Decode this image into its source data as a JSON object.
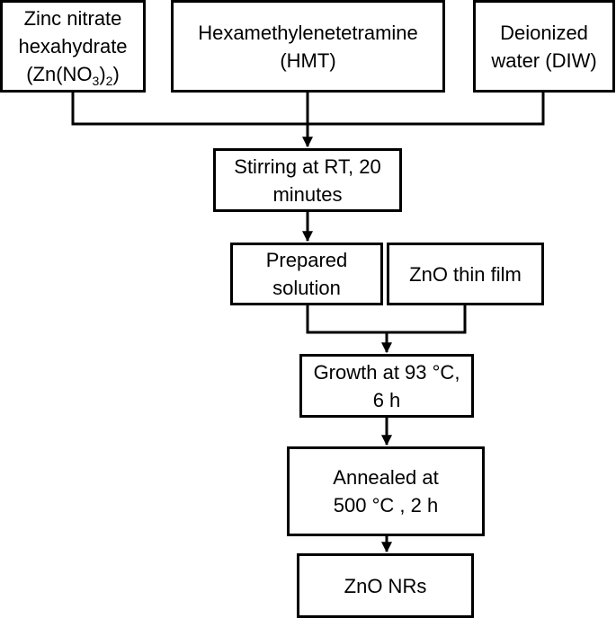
{
  "diagram": {
    "zinc_nitrate": {
      "line1": "Zinc nitrate",
      "line2": "hexahydrate",
      "line3_a": "(Zn(NO",
      "line3_sub1": "3",
      "line3_b": ")",
      "line3_sub2": "2",
      "line3_c": ")"
    },
    "hmt": {
      "line1": "Hexamethylenetetramine",
      "line2": "(HMT)"
    },
    "diw": {
      "line1": "Deionized",
      "line2": "water (DIW)"
    },
    "stirring": {
      "line1": "Stirring at RT, 20",
      "line2": "minutes"
    },
    "prepared_solution": {
      "line1": "Prepared",
      "line2": "solution"
    },
    "zno_thin_film": {
      "line1": "ZnO thin film"
    },
    "growth": {
      "line1": "Growth at 93 °C,",
      "line2": "6 h"
    },
    "annealed": {
      "line1": "Annealed at",
      "line2": "500 °C , 2 h"
    },
    "zno_nrs": {
      "line1": "ZnO NRs"
    }
  }
}
